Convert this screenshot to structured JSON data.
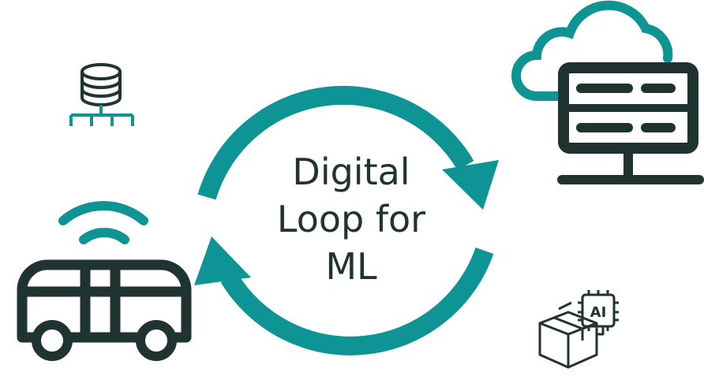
{
  "diagram": {
    "title_lines": [
      "Digital",
      "Loop for",
      "ML"
    ],
    "chip_label": "AI"
  },
  "icons": {
    "database": "database-network-icon",
    "cloud_server": "cloud-server-icon",
    "bus": "connected-bus-icon",
    "ai_box": "ai-package-icon",
    "loop": "circular-arrows-icon"
  },
  "colors": {
    "teal": "#0e9494",
    "dark": "#1f3330"
  }
}
